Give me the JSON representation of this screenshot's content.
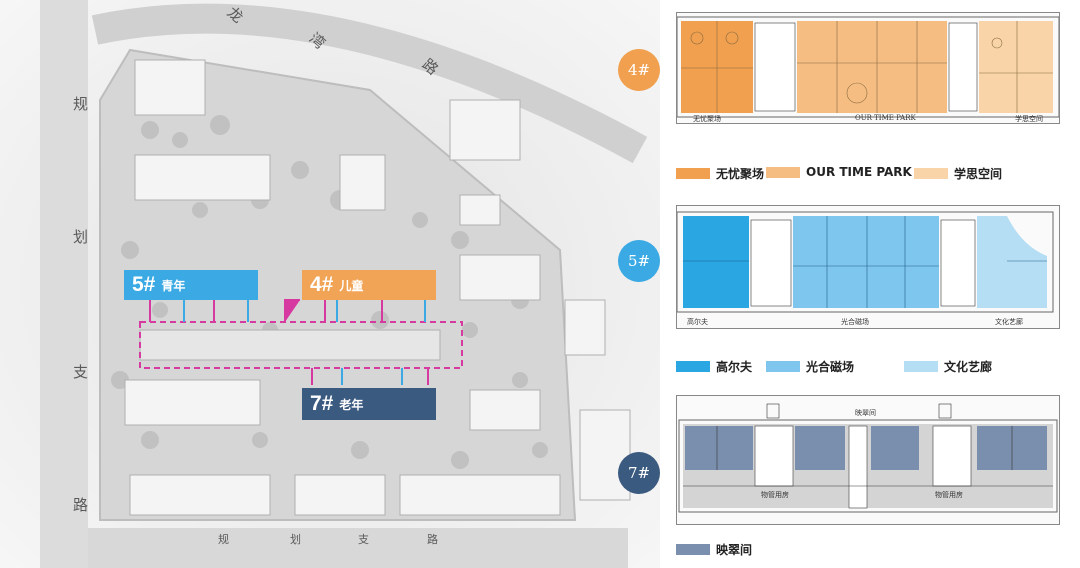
{
  "site": {
    "road_top": [
      "龙",
      "湾",
      "路"
    ],
    "road_left_top": [
      "规",
      "划"
    ],
    "road_left_bottom": [
      "支",
      "路"
    ],
    "road_bottom": [
      "规",
      "划",
      "支",
      "路"
    ]
  },
  "buildings": [
    {
      "num": "5#",
      "age": "青年",
      "color": "#3aa9e4"
    },
    {
      "num": "4#",
      "age": "儿童",
      "color": "#f1a356"
    },
    {
      "num": "7#",
      "age": "老年",
      "color": "#3b5a80"
    }
  ],
  "floor_plans": [
    {
      "badge": "4#",
      "badge_color": "#f0a04e",
      "room_labels": [
        "无忧聚场",
        "OUR TIME PARK",
        "学思空间"
      ],
      "legend": [
        {
          "label": "无忧聚场",
          "color": "#f0a04e"
        },
        {
          "label": "OUR TIME PARK",
          "color": "#f5bd82"
        },
        {
          "label": "学思空间",
          "color": "#f8d4a8"
        }
      ]
    },
    {
      "badge": "5#",
      "badge_color": "#3aa9e4",
      "room_labels": [
        "高尔夫",
        "光合磁场",
        "文化艺廊"
      ],
      "legend": [
        {
          "label": "高尔夫",
          "color": "#2aa6e3"
        },
        {
          "label": "光合磁场",
          "color": "#7fc6ee"
        },
        {
          "label": "文化艺廊",
          "color": "#b5def4"
        }
      ]
    },
    {
      "badge": "7#",
      "badge_color": "#3b5a80",
      "room_labels": [
        "映翠间",
        "物管用房",
        "物管用房"
      ],
      "legend": [
        {
          "label": "映翠间",
          "color": "#7a8fae"
        }
      ]
    }
  ]
}
